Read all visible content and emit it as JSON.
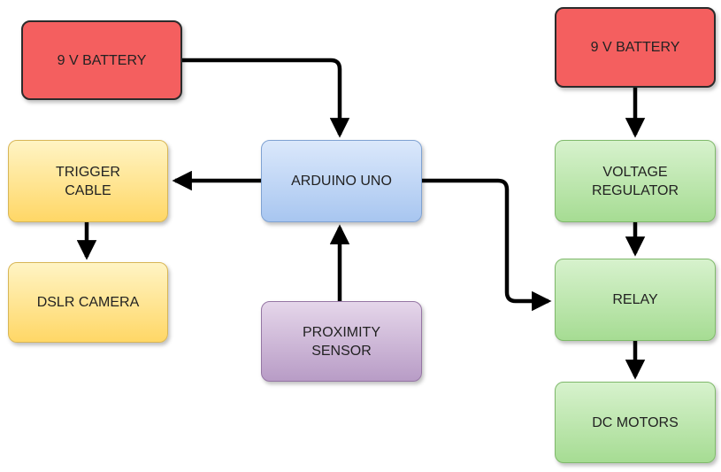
{
  "nodes": {
    "battery_left": "9 V BATTERY",
    "trigger_cable": "TRIGGER\nCABLE",
    "dslr_camera": "DSLR CAMERA",
    "arduino_uno": "ARDUINO UNO",
    "proximity_sensor": "PROXIMITY\nSENSOR",
    "battery_right": "9 V BATTERY",
    "voltage_regulator": "VOLTAGE\nREGULATOR",
    "relay": "RELAY",
    "dc_motors": "DC MOTORS"
  },
  "colors": {
    "power": "#f45f5f",
    "output": "#ffd766",
    "controller": "#a8c6f0",
    "sensor": "#b89cc6",
    "drive": "#a6dc93",
    "arrow": "#000000"
  },
  "edges": [
    {
      "from": "battery_left",
      "to": "arduino_uno"
    },
    {
      "from": "arduino_uno",
      "to": "trigger_cable"
    },
    {
      "from": "trigger_cable",
      "to": "dslr_camera"
    },
    {
      "from": "proximity_sensor",
      "to": "arduino_uno"
    },
    {
      "from": "arduino_uno",
      "to": "relay"
    },
    {
      "from": "battery_right",
      "to": "voltage_regulator"
    },
    {
      "from": "voltage_regulator",
      "to": "relay"
    },
    {
      "from": "relay",
      "to": "dc_motors"
    }
  ]
}
